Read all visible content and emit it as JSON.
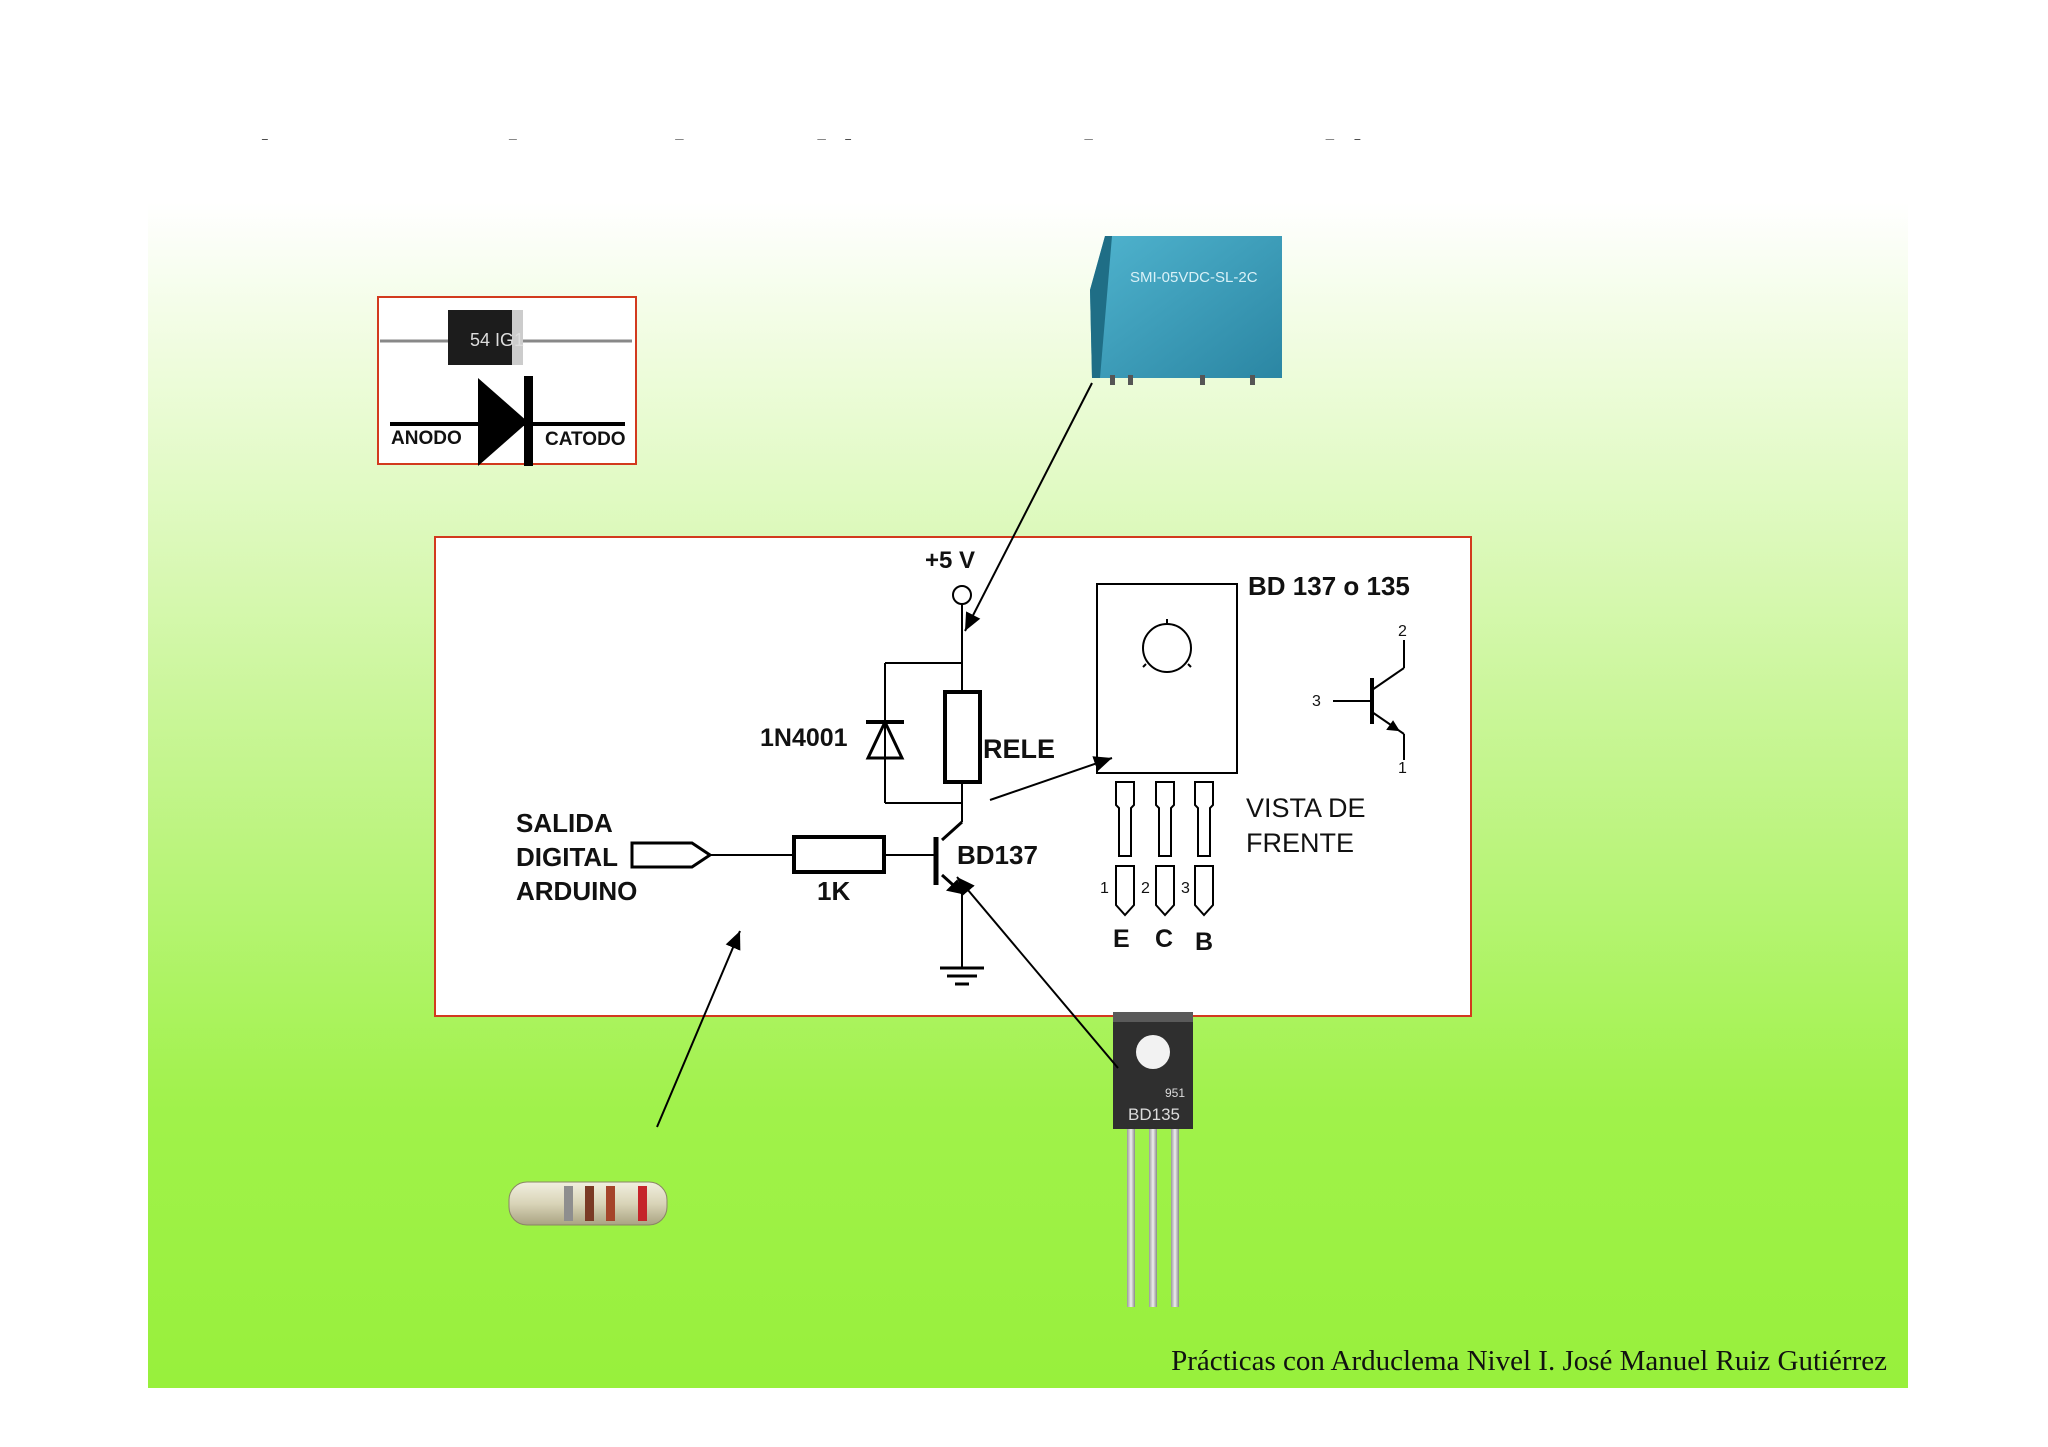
{
  "slide": {
    "title": "Práctica 6: Gobierno de una lámpara mediante un relé",
    "footer": "Prácticas con Arduclema Nivel I.  José Manuel Ruiz Gutiérrez"
  },
  "diode_inset": {
    "body_marking": "54 IG1",
    "anode_label": "ANODO",
    "cathode_label": "CATODO"
  },
  "relay_photo": {
    "marking": "SMI-05VDC-SL-2C"
  },
  "schematic": {
    "supply_label": "+5 V",
    "diode_label": "1N4001",
    "relay_label": "RELE",
    "input_label_line1": "SALIDA",
    "input_label_line2": "DIGITAL",
    "input_label_line3": "ARDUINO",
    "resistor_label": "1K",
    "transistor_label": "BD137"
  },
  "transistor_pinout": {
    "title": "BD 137 o 135",
    "view_line1": "VISTA DE",
    "view_line2": "FRENTE",
    "pin_num_1": "1",
    "pin_num_2": "2",
    "pin_num_3": "3",
    "pin_e": "E",
    "pin_c": "C",
    "pin_b": "B",
    "symbol_pin_2": "2",
    "symbol_pin_3": "3",
    "symbol_pin_1": "1"
  },
  "transistor_photo": {
    "marking_line1": "951",
    "marking_line2": "BD135"
  },
  "colors": {
    "frame_red": "#d23a1e",
    "relay_blue": "#3a9cb8",
    "bg_green": "#98f03c"
  }
}
